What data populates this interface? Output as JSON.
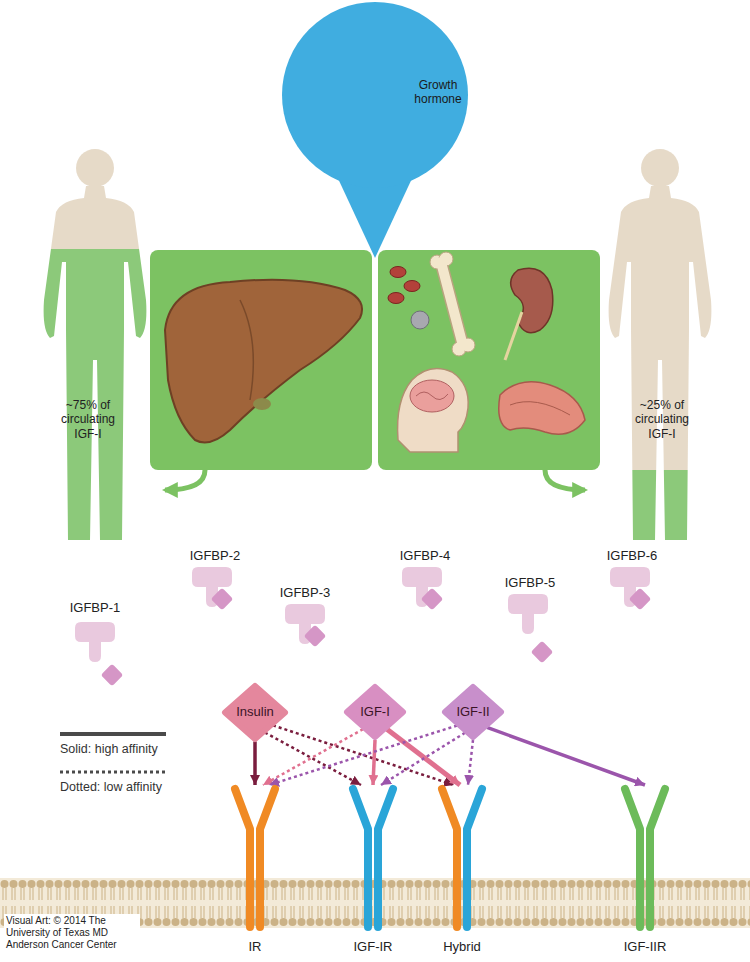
{
  "diagram": {
    "nodes": [
      {
        "text": [
          "Growth hormone"
        ]
      },
      {
        "text": [
          "Insulin"
        ]
      },
      {
        "text": [
          "IGF-I"
        ]
      },
      {
        "text": [
          "IGF-II"
        ]
      },
      {
        "text": [
          "IR"
        ]
      },
      {
        "text": [
          "IGF-IR"
        ]
      },
      {
        "text": [
          "Hybrid"
        ]
      },
      {
        "text": [
          "IGF-IIR"
        ]
      }
    ],
    "edges": [
      {
        "from": 1,
        "to": 4,
        "arrow": "to"
      },
      {
        "from": 1,
        "to": 5,
        "arrow": "to"
      },
      {
        "from": 1,
        "to": 6,
        "arrow": "to"
      },
      {
        "from": 2,
        "to": 4,
        "arrow": "to"
      },
      {
        "from": 2,
        "to": 5,
        "arrow": "to"
      },
      {
        "from": 2,
        "to": 6,
        "arrow": "to"
      },
      {
        "from": 3,
        "to": 4,
        "arrow": "to"
      },
      {
        "from": 3,
        "to": 5,
        "arrow": "to"
      },
      {
        "from": 3,
        "to": 6,
        "arrow": "to"
      },
      {
        "from": 3,
        "to": 7,
        "arrow": "to"
      }
    ],
    "labels": [
      "~75% of circulating IGF-I",
      "~25% of circulating IGF-I",
      "IGFBP-1",
      "IGFBP-2",
      "IGFBP-3",
      "IGFBP-4",
      "IGFBP-5",
      "IGFBP-6",
      "Visual Art: © 2014 The University of Texas MD Anderson Cancer Center"
    ],
    "legend": [
      {
        "text": "Solid: high affinity"
      },
      {
        "text": "Dotted: low affinity"
      }
    ]
  }
}
